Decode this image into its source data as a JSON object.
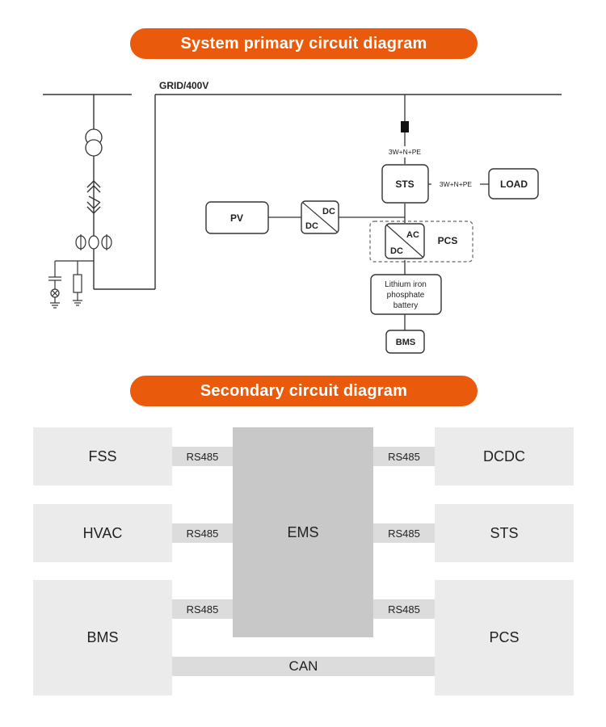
{
  "primary": {
    "title": "System primary circuit diagram",
    "grid_label": "GRID/400V",
    "wire_top": "3W+N+PE",
    "wire_load": "3W+N+PE",
    "sts": "STS",
    "load": "LOAD",
    "pv": "PV",
    "dcdc_top": "DC",
    "dcdc_bottom": "DC",
    "pcs_ac": "AC",
    "pcs_dc": "DC",
    "pcs_label": "PCS",
    "battery": [
      "Lithium iron",
      "phosphate",
      "battery"
    ],
    "bms": "BMS"
  },
  "secondary": {
    "title": "Secondary circuit diagram",
    "ems": "EMS",
    "fss": "FSS",
    "hvac": "HVAC",
    "bms": "BMS",
    "dcdc": "DCDC",
    "sts": "STS",
    "pcs": "PCS",
    "rs485": "RS485",
    "can": "CAN"
  },
  "colors": {
    "accent": "#ea5a0c",
    "block": "#ebebeb",
    "bus": "#dcdcdc",
    "ems": "#c8c8c8"
  }
}
